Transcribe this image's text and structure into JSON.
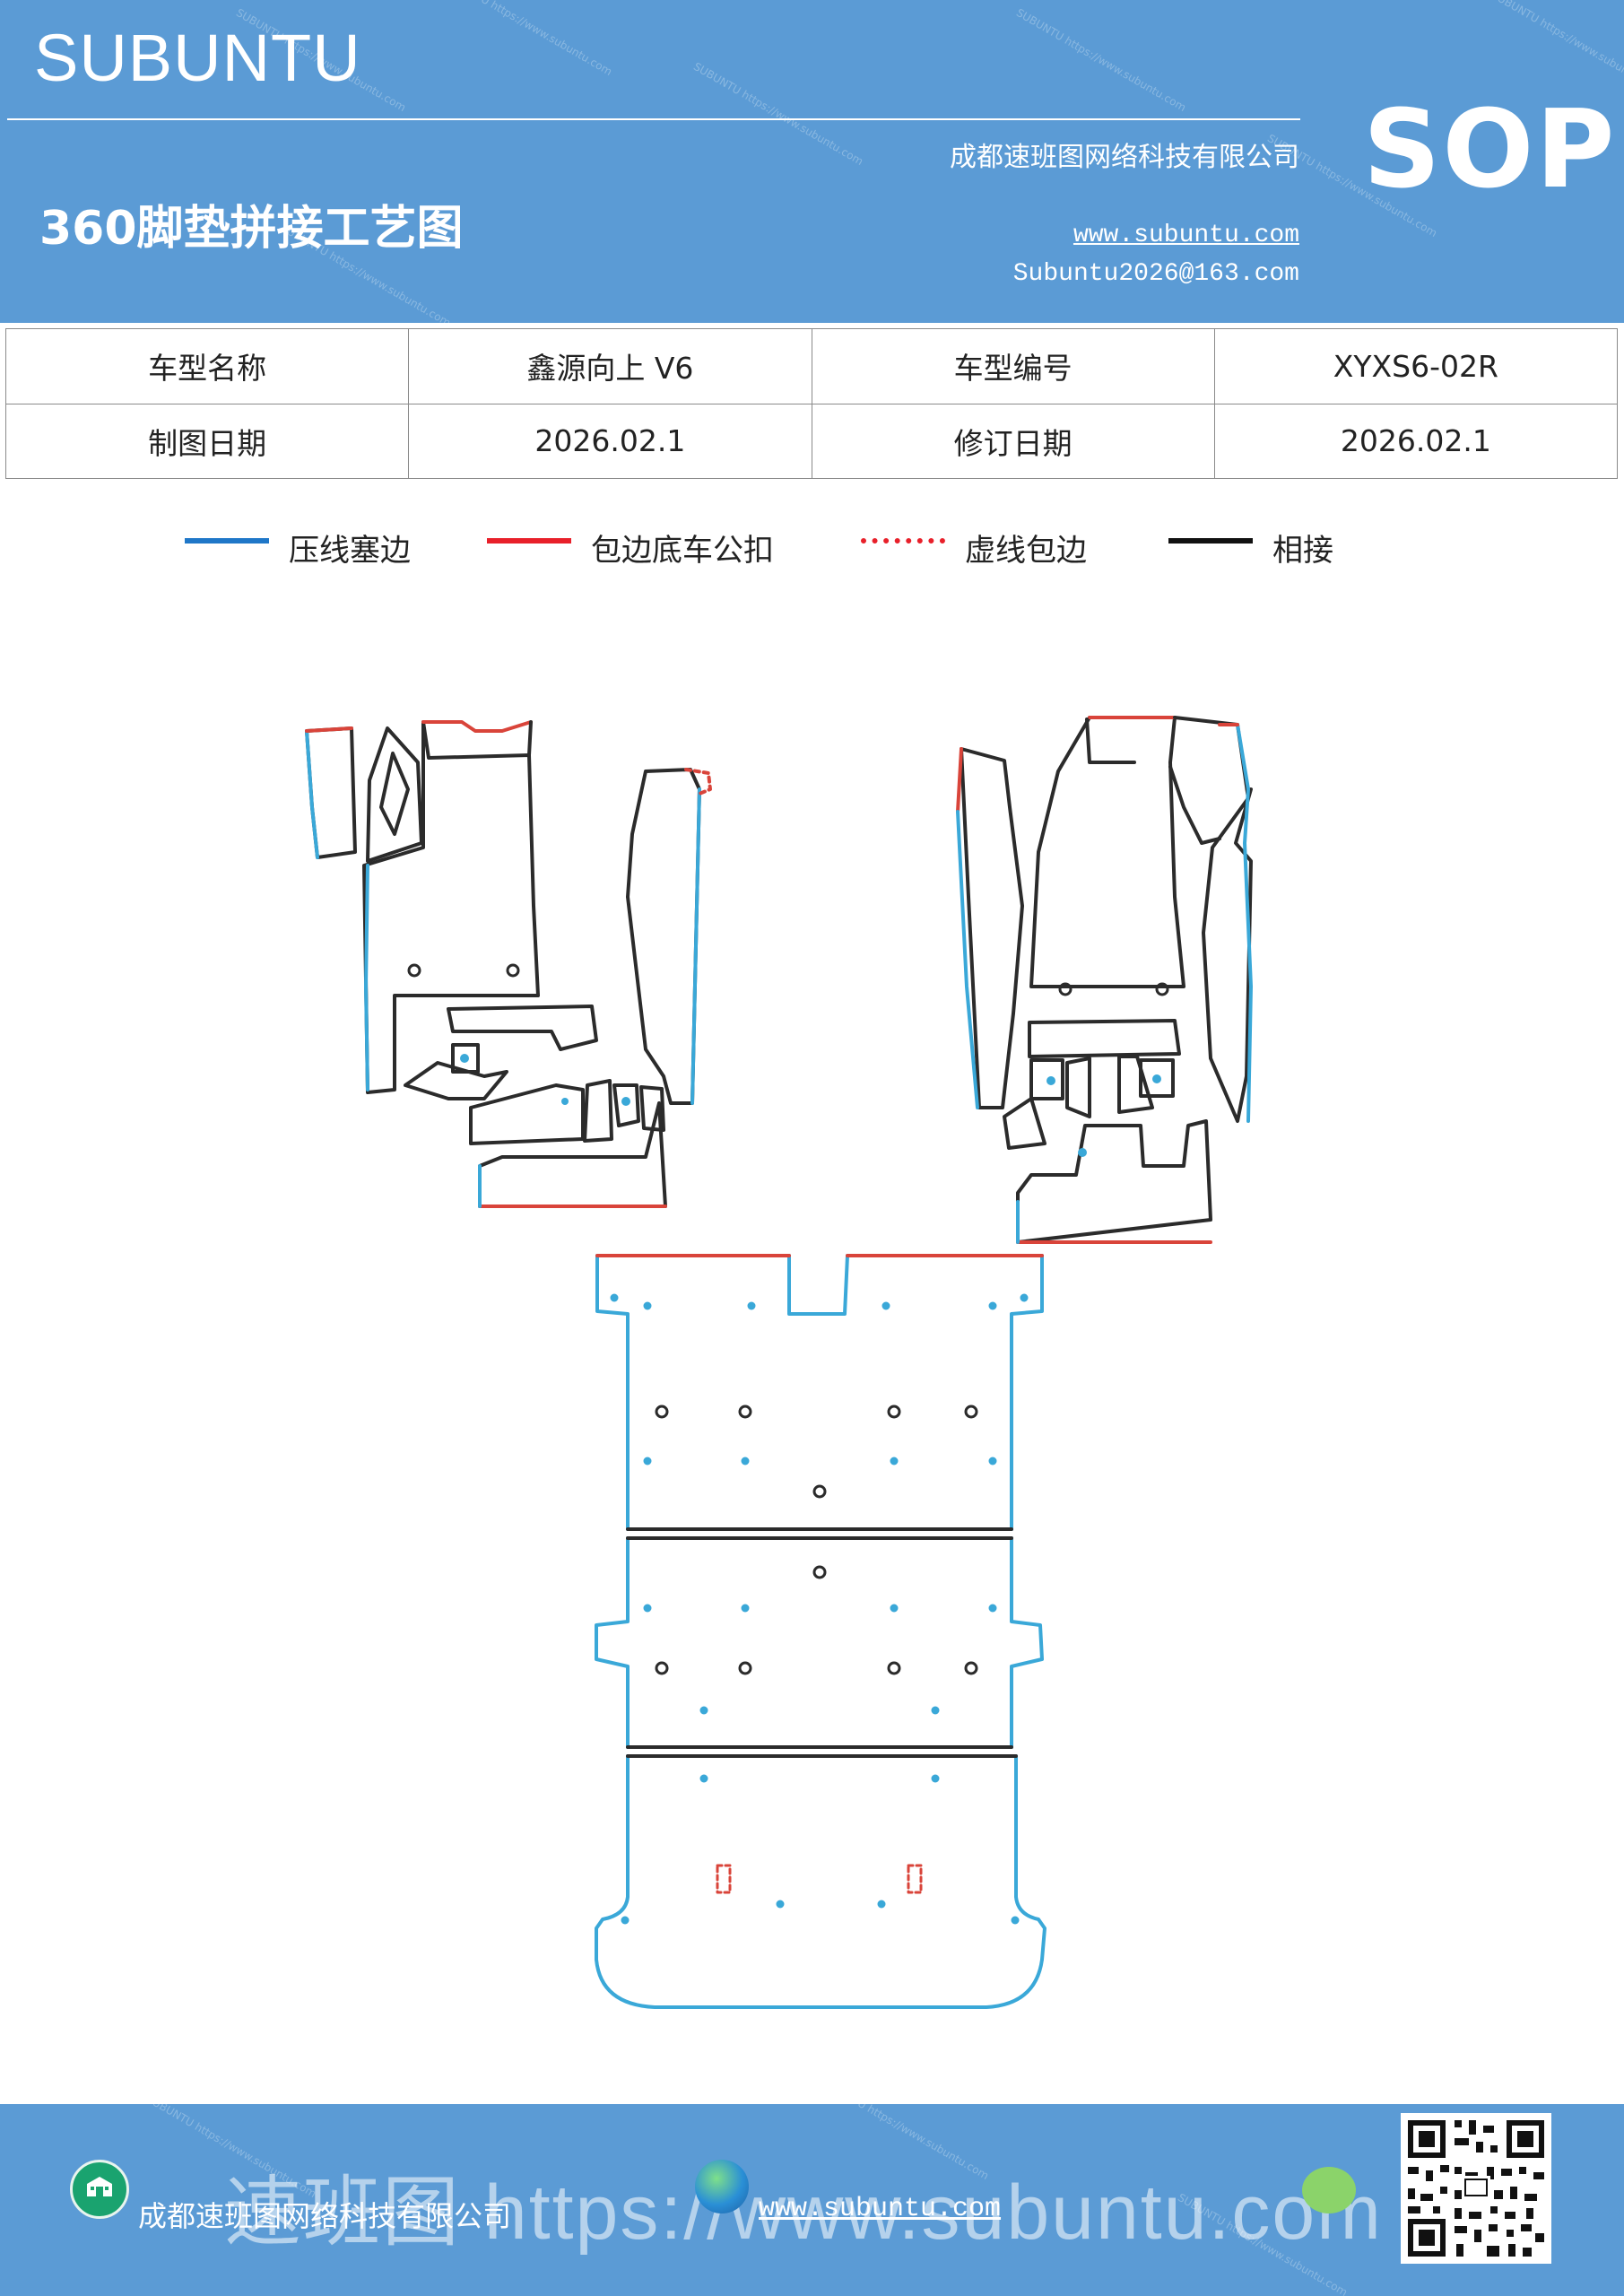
{
  "header": {
    "brand": "SUBUNTU",
    "title": "360脚垫拼接工艺图",
    "company": "成都速班图网络科技有限公司",
    "website": "www.subuntu.com",
    "email": "Subuntu2026@163.com",
    "badge": "SOP"
  },
  "info_table": {
    "rows": [
      [
        {
          "label": "车型名称",
          "value": "鑫源向上 V6"
        },
        {
          "label": "车型编号",
          "value": "XYXS6-02R"
        }
      ],
      [
        {
          "label": "制图日期",
          "value": "2026.02.1"
        },
        {
          "label": "修订日期",
          "value": "2026.02.1"
        }
      ]
    ]
  },
  "legend": {
    "items": [
      {
        "label": "压线塞边",
        "color": "#1f77c8",
        "style": "solid"
      },
      {
        "label": "包边底车公扣",
        "color": "#e8202a",
        "style": "solid"
      },
      {
        "label": "虚线包边",
        "color": "#e8202a",
        "style": "dotted"
      },
      {
        "label": "相接",
        "color": "#111111",
        "style": "solid"
      }
    ]
  },
  "line_colors": {
    "press": "#3aa8d8",
    "wrap": "#d9443a",
    "joint": "#2b2b2b"
  },
  "footer": {
    "company": "成都速班图网络科技有限公司",
    "website": "www.subuntu.com",
    "watermark": "速班图 https://www.subuntu.com"
  },
  "icons": [
    "building-icon",
    "globe-icon",
    "wechat-icon",
    "qr-code"
  ]
}
